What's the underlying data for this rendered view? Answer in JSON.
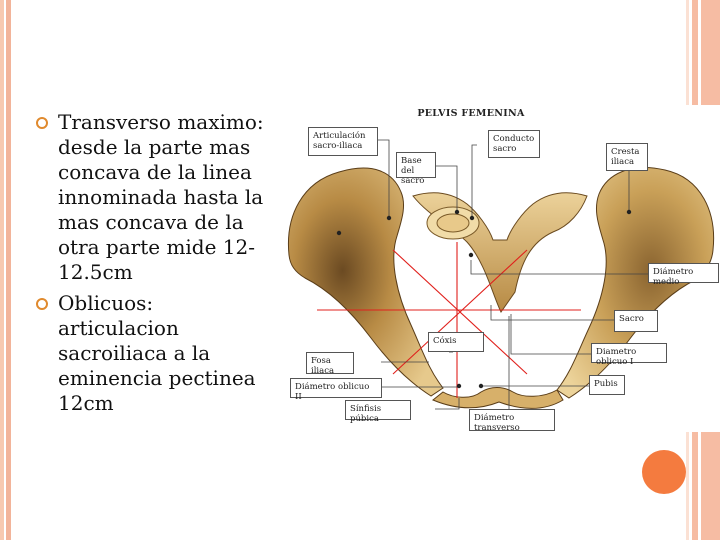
{
  "bullets": [
    "Transverso maximo: desde la parte mas concava de la linea innominada hasta la mas concava de la otra parte mide 12-12.5cm",
    "Oblicuos: articulacion sacroiliaca a la eminencia pectinea 12cm"
  ],
  "figure": {
    "title": "PELVIS FEMENINA",
    "labels": {
      "articulacion": "Articulación sacro-iliaca",
      "conducto": "Conducto sacro",
      "base_sacro": "Base del sacro",
      "cresta": "Cresta iliaca",
      "diametro_medio": "Diámetro medio",
      "sacro": "Sacro",
      "coxis": "Cóxis",
      "oblicuo_1": "Diametro oblicuo I",
      "fosa": "Fosa iliaca",
      "oblicuo_2": "Diámetro oblicuo II",
      "pubis": "Pubis",
      "sinfisis": "Sínfisis púbica",
      "transverso": "Diámetro transverso"
    }
  },
  "colors": {
    "accent": "#f47b3f",
    "bullet": "#e08a2e",
    "bone": "#d9b36a",
    "diameter_lines": "#e0201c"
  }
}
